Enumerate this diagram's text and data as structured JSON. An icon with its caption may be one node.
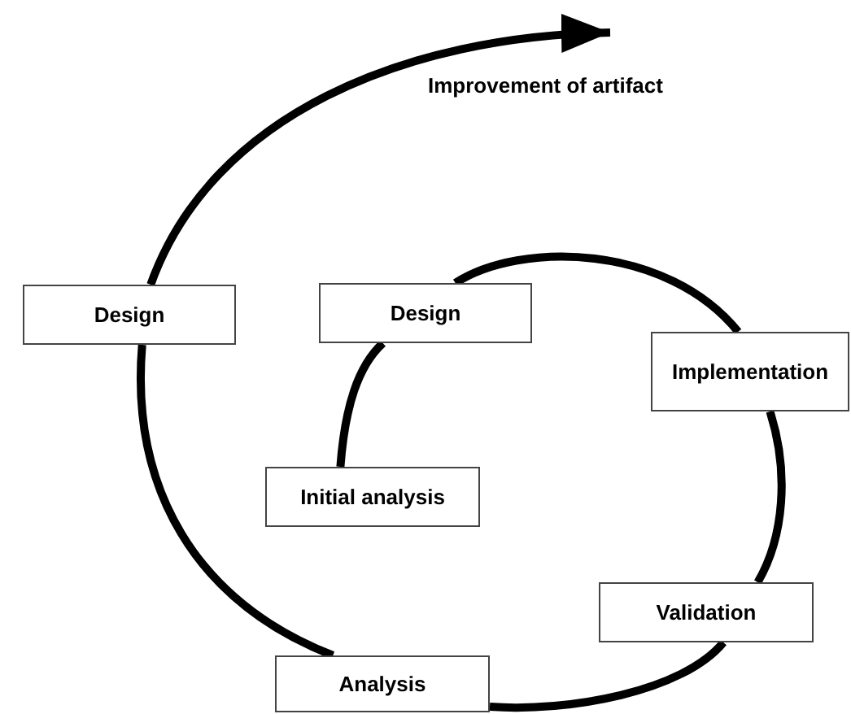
{
  "diagram": {
    "nodes": [
      {
        "text": [
          "Initial analysis"
        ]
      },
      {
        "text": [
          "Design"
        ]
      },
      {
        "text": [
          "Implementation"
        ]
      },
      {
        "text": [
          "Validation"
        ]
      },
      {
        "text": [
          "Analysis"
        ]
      },
      {
        "text": [
          "Design"
        ]
      }
    ],
    "edges": [
      {
        "from": 0,
        "to": 1,
        "arrow": "none"
      },
      {
        "from": 1,
        "to": 2,
        "arrow": "none"
      },
      {
        "from": 2,
        "to": 3,
        "arrow": "none"
      },
      {
        "from": 3,
        "to": 4,
        "arrow": "none"
      },
      {
        "from": 4,
        "to": 5,
        "arrow": "none"
      },
      {
        "from": 5,
        "to": null,
        "arrow": "to"
      }
    ],
    "labels": [
      "Improvement of artifact"
    ]
  }
}
